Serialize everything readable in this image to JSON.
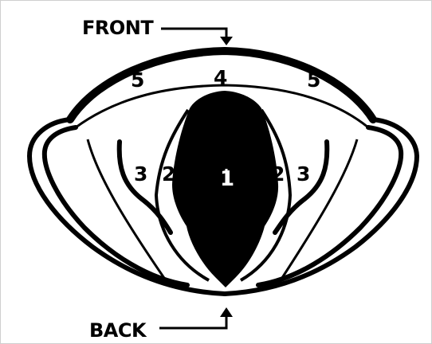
{
  "diagram": {
    "labels": {
      "front": "FRONT",
      "back": "BACK"
    },
    "numbers": {
      "region_1": "1",
      "region_2_left": "2",
      "region_2_right": "2",
      "region_3_left": "3",
      "region_3_right": "3",
      "region_4": "4",
      "region_5_left": "5",
      "region_5_right": "5"
    },
    "colors": {
      "ink": "#000000",
      "paper": "#ffffff",
      "frame_border": "#cfcfcf"
    }
  }
}
